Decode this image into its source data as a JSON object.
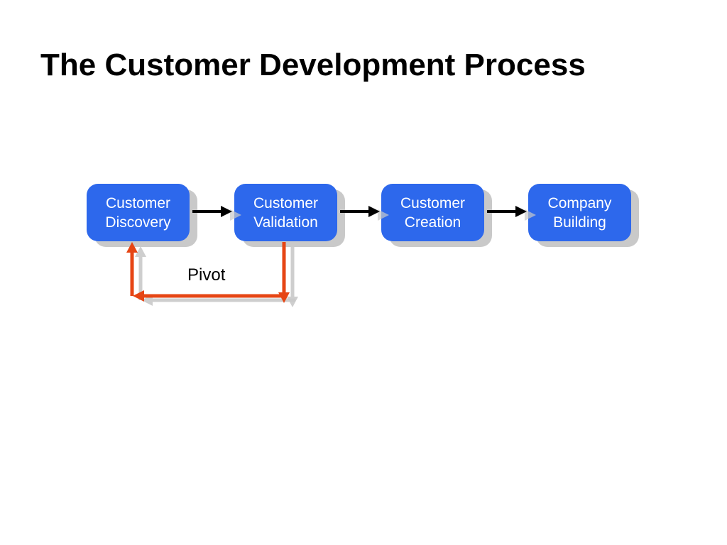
{
  "slide": {
    "title": "The Customer Development Process",
    "pivot_label": "Pivot"
  },
  "process_steps": [
    {
      "label": "Customer Discovery"
    },
    {
      "label": "Customer Validation"
    },
    {
      "label": "Customer Creation"
    },
    {
      "label": "Company Building"
    }
  ],
  "colors": {
    "step_box_blue": "#2d68ec",
    "box_text": "#ffffff",
    "title_text": "#000000",
    "forward_arrow": "#000000",
    "pivot_arrow": "#e64514",
    "shadow_gray": "#c9c9c9"
  }
}
